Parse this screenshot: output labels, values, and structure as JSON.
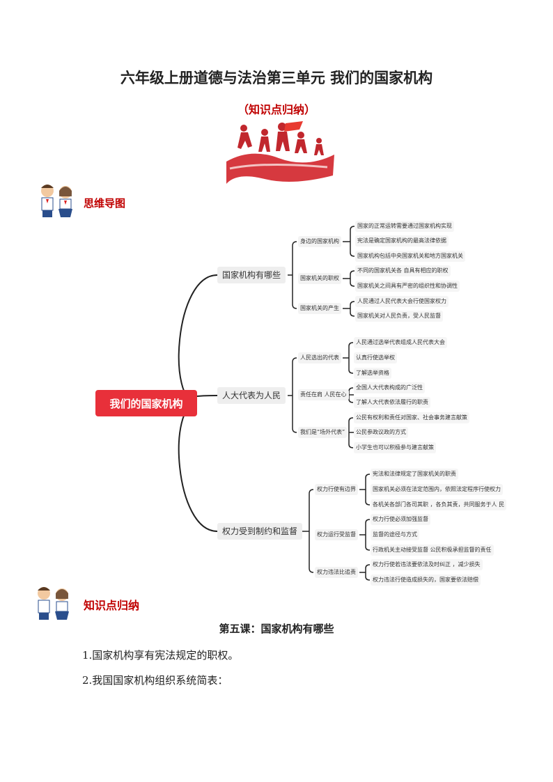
{
  "title": "六年级上册道德与法治第三单元  我们的国家机构",
  "subtitle": "（知识点归纳）",
  "section1": "思维导图",
  "section2": "知识点归纳",
  "mindmap": {
    "root": "我们的国家机构",
    "branches": [
      {
        "label": "国家机构有哪些",
        "children": [
          {
            "label": "身边的国家机构",
            "leaves": [
              "国家的正常运转需要通过国家机构实现",
              "宪法是确定国家机构的最高法律依据",
              "国家机构包括中央国家机关和地方国家机关"
            ]
          },
          {
            "label": "国家机关的职权",
            "leaves": [
              "不同的国家机关各 自具有相应的职权",
              "国家机关之间具有严密的组织性和协调性"
            ]
          },
          {
            "label": "国家机关的产生",
            "leaves": [
              "人民通过人民代表大会行使国家权力",
              "国家机关对人民负责，受人民监督"
            ]
          }
        ]
      },
      {
        "label": "人大代表为人民",
        "children": [
          {
            "label": "人民选出的代表",
            "leaves": [
              "人民通过选举代表组成人民代表大会",
              "认真行使选举权",
              "了解选举资格"
            ]
          },
          {
            "label": "责任在肩 人民在心",
            "leaves": [
              "全国人大代表构成的广泛性",
              "了解人大代表依法履行的职责"
            ]
          },
          {
            "label": "我们是“场外代表”",
            "leaves": [
              "公民有权利和责任对国家、社会事务建言献策",
              "公民参政议政的方式",
              "小学生也可以积极参与建言献策"
            ]
          }
        ]
      },
      {
        "label": "权力受到制约和监督",
        "children": [
          {
            "label": "权力行使有边界",
            "leaves": [
              "宪法和法律规定了国家机关的职责",
              "国家机关必须在法定范围内，依照法定程序行使权力",
              "各机关各部门各司其职 ，各负其责，共同服务于人 民"
            ]
          },
          {
            "label": "权力运行受监督",
            "leaves": [
              "权力行使必须加强监督",
              "监督的途径与方式",
              "行政机关主动接受监督 公民积极承担监督的责任"
            ]
          },
          {
            "label": "权力违法比追责",
            "leaves": [
              "权力行使若违法要依法及时纠正 ，减少损失",
              "权力违法行使造成损失的，国家要依法赔偿"
            ]
          }
        ]
      }
    ]
  },
  "lesson_title": "第五课：国家机构有哪些",
  "points": [
    "1.国家机构享有宪法规定的职权。",
    "2.我国国家机构组织系统简表："
  ]
}
